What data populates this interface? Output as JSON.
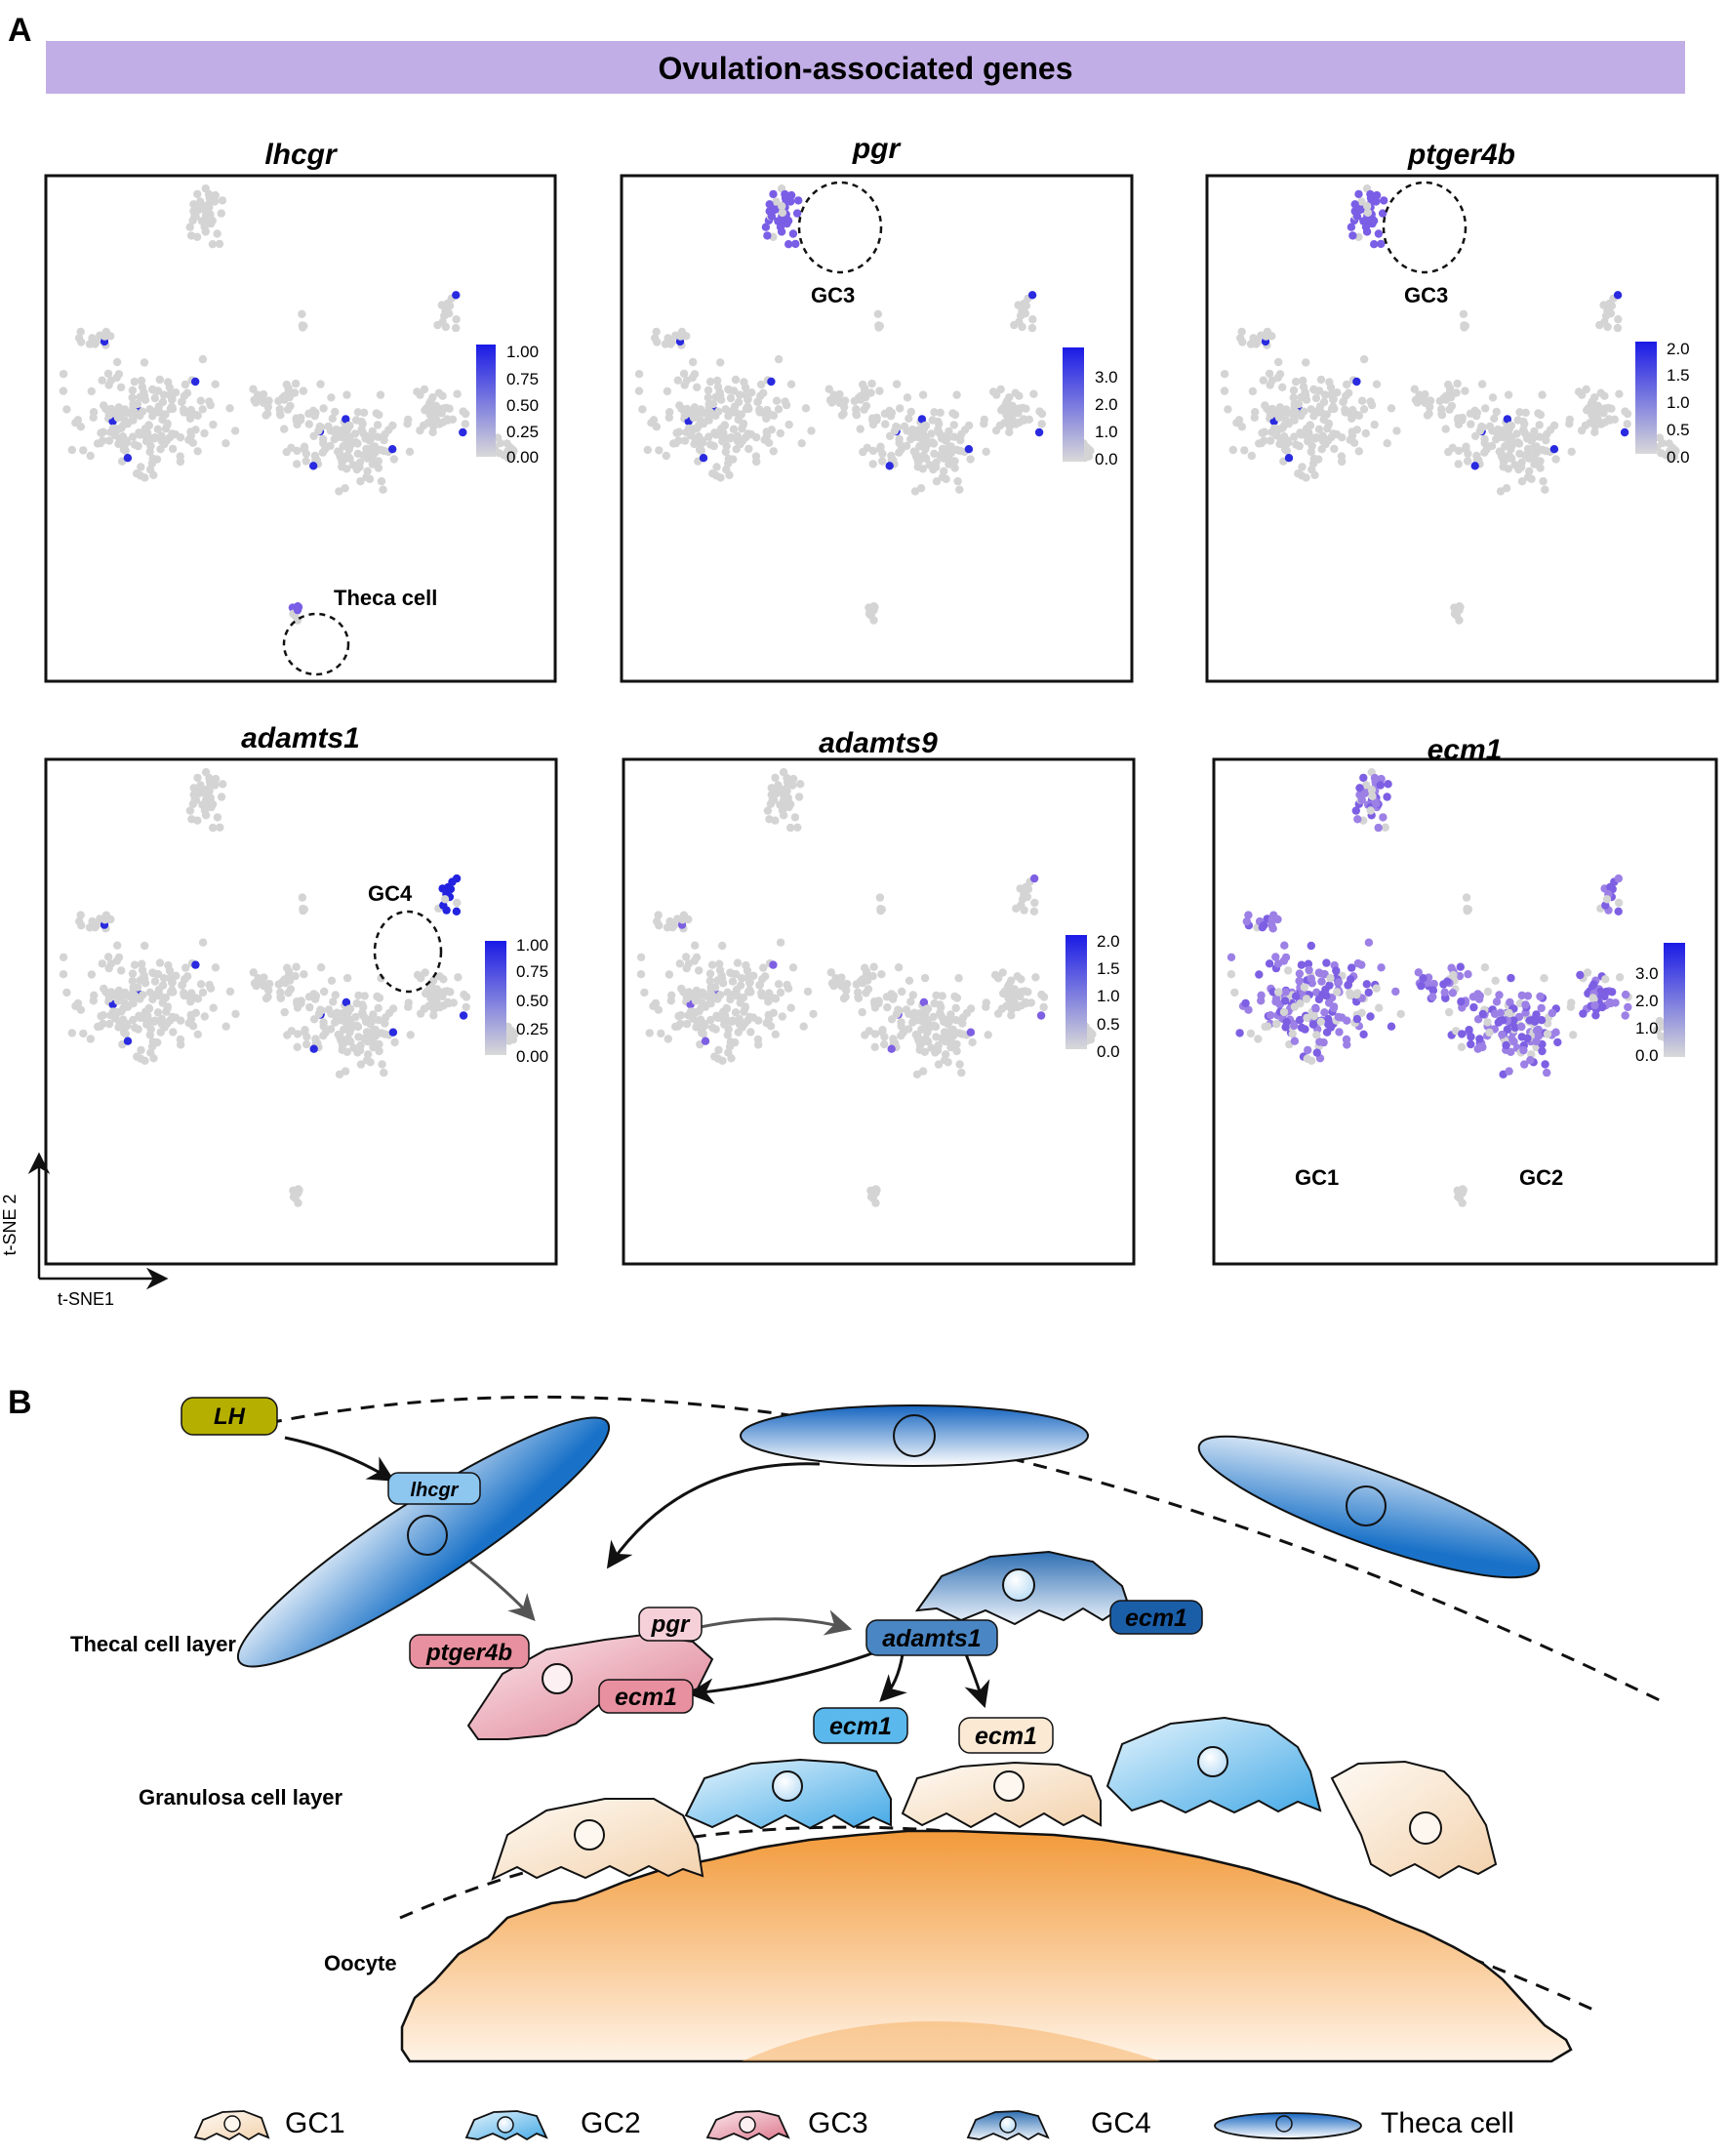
{
  "panel_a": {
    "label": "A",
    "banner": "Ovulation-associated genes",
    "axis": {
      "y": "t-SNE 2",
      "x": "t-SNE1"
    },
    "plots": [
      {
        "gene": "lhcgr",
        "legend_ticks": [
          "1.00",
          "0.75",
          "0.50",
          "0.25",
          "0.00"
        ],
        "annotations": [
          "Theca cell"
        ]
      },
      {
        "gene": "pgr",
        "legend_ticks": [
          "3.0",
          "2.0",
          "1.0",
          "0.0"
        ],
        "annotations": [
          "GC3"
        ]
      },
      {
        "gene": "ptger4b",
        "legend_ticks": [
          "2.0",
          "1.5",
          "1.0",
          "0.5",
          "0.0"
        ],
        "annotations": [
          "GC3"
        ]
      },
      {
        "gene": "adamts1",
        "legend_ticks": [
          "1.00",
          "0.75",
          "0.50",
          "0.25",
          "0.00"
        ],
        "annotations": [
          "GC4"
        ]
      },
      {
        "gene": "adamts9",
        "legend_ticks": [
          "2.0",
          "1.5",
          "1.0",
          "0.5",
          "0.0"
        ],
        "annotations": []
      },
      {
        "gene": "ecm1",
        "legend_ticks": [
          "3.0",
          "2.0",
          "1.0",
          "0.0"
        ],
        "annotations": [
          "GC1",
          "GC2"
        ]
      }
    ]
  },
  "panel_b": {
    "label": "B",
    "lh": "LH",
    "gene_tags": {
      "lhcgr": "lhcgr",
      "pgr": "pgr",
      "ptger4b": "ptger4b",
      "adamts1": "adamts1",
      "ecm1": "ecm1"
    },
    "layers": {
      "thecal": "Thecal cell layer",
      "granulosa": "Granulosa cell layer",
      "oocyte": "Oocyte"
    },
    "legend": [
      "GC1",
      "GC2",
      "GC3",
      "GC4",
      "Theca cell"
    ],
    "colors": {
      "gc1": "#f7dcc0",
      "gc2": "#5bb8ec",
      "gc3": "#e8909f",
      "gc4": "#4a86c4",
      "theca": "#1a72c8",
      "lh": "#b5b000",
      "banner": "#c2aee6"
    }
  }
}
